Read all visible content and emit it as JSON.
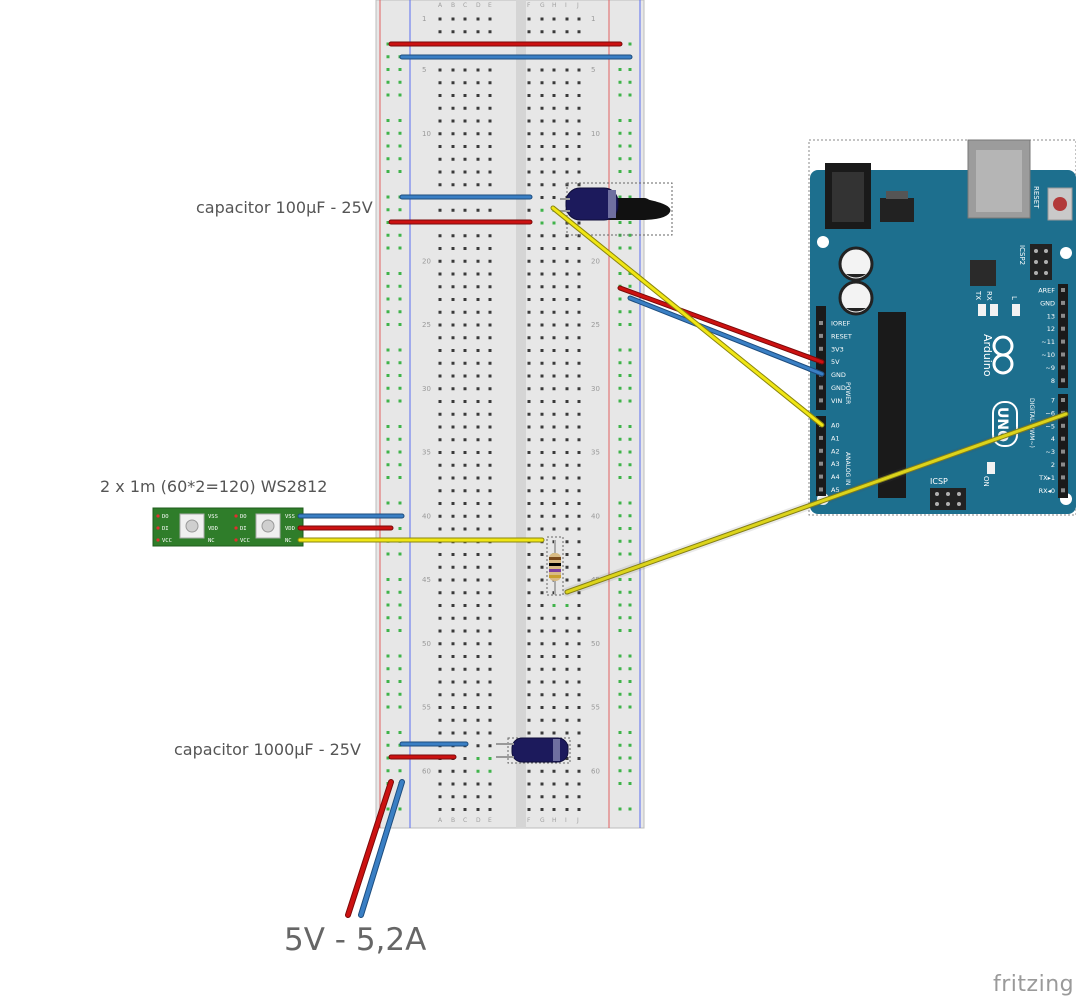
{
  "labels": {
    "capacitor_small": "capacitor 100µF - 25V",
    "led_strip": "2 x 1m (60*2=120) WS2812",
    "capacitor_large": "capacitor 1000µF - 25V",
    "power_supply": "5V - 5,2A",
    "brand": "fritzing"
  },
  "breadboard": {
    "column_letters_left": [
      "A",
      "B",
      "C",
      "D",
      "E"
    ],
    "column_letters_right": [
      "F",
      "G",
      "H",
      "I",
      "J"
    ],
    "row_numbers": [
      "1",
      "5",
      "10",
      "15",
      "20",
      "25",
      "30",
      "35",
      "40",
      "45",
      "50",
      "55",
      "60"
    ]
  },
  "led_strip_pins": {
    "left": [
      "DO",
      "DI",
      "VCC"
    ],
    "right": [
      "VSS",
      "VDD",
      "NC"
    ]
  },
  "arduino": {
    "power_pins": [
      "IOREF",
      "RESET",
      "3V3",
      "5V",
      "GND",
      "GND",
      "VIN"
    ],
    "analog_pins": [
      "A0",
      "A1",
      "A2",
      "A3",
      "A4",
      "A5"
    ],
    "digital_top_pins": [
      "AREF",
      "GND",
      "13",
      "12",
      "~11",
      "~10",
      "~9",
      "8"
    ],
    "digital_bottom_pins": [
      "7",
      "~6",
      "~5",
      "4",
      "~3",
      "2",
      "TX▸1",
      "RX◂0"
    ],
    "power_header_label": "POWER",
    "analog_header_label": "ANALOG IN",
    "digital_header_label": "DIGITAL (PWM~)",
    "brand_text": "Arduino",
    "model_text": "UNO",
    "icsp_label": "ICSP",
    "icsp2_label": "ICSP2",
    "reset_label": "RESET",
    "led_tx": "TX",
    "led_rx": "RX",
    "led_l": "L",
    "led_on": "ON"
  },
  "colors": {
    "wire_red": "#cc1111",
    "wire_blue": "#3a7fc4",
    "wire_yellow": "#f0e614",
    "board_teal": "#1d6f8e",
    "breadboard_bg": "#e6e6e6",
    "hole_green": "#3fb34a"
  }
}
